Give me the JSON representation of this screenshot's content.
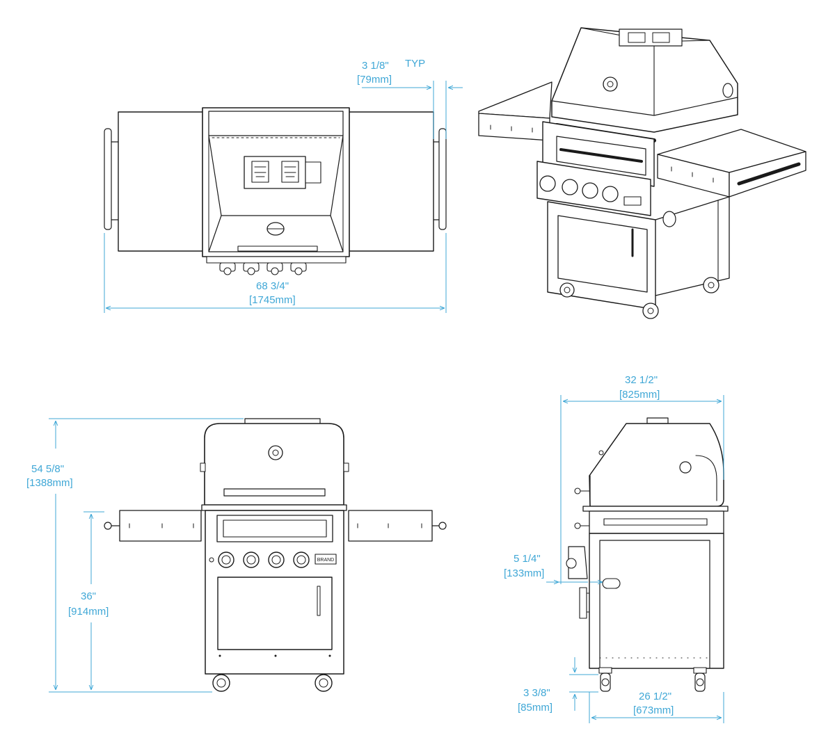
{
  "colors": {
    "dimension": "#3fa7d6",
    "ink": "#1a1a1a",
    "background": "#ffffff"
  },
  "badge_text": "BRAND",
  "dimensions": {
    "side_shelf_gap": {
      "imperial": "3 1/8\"",
      "metric": "[79mm]",
      "note": "TYP"
    },
    "overall_width": {
      "imperial": "68 3/4\"",
      "metric": "[1745mm]"
    },
    "overall_height": {
      "imperial": "54 5/8\"",
      "metric": "[1388mm]"
    },
    "counter_height": {
      "imperial": "36\"",
      "metric": "[914mm]"
    },
    "overall_depth": {
      "imperial": "32 1/2\"",
      "metric": "[825mm]"
    },
    "knob_projection": {
      "imperial": "5 1/4\"",
      "metric": "[133mm]"
    },
    "caster_height": {
      "imperial": "3 3/8\"",
      "metric": "[85mm]"
    },
    "cart_depth": {
      "imperial": "26 1/2\"",
      "metric": "[673mm]"
    }
  },
  "views": [
    {
      "id": "top-view",
      "name": "Top view (lid open)"
    },
    {
      "id": "iso-view",
      "name": "Isometric view"
    },
    {
      "id": "front-view",
      "name": "Front view"
    },
    {
      "id": "side-view",
      "name": "Side view"
    }
  ]
}
